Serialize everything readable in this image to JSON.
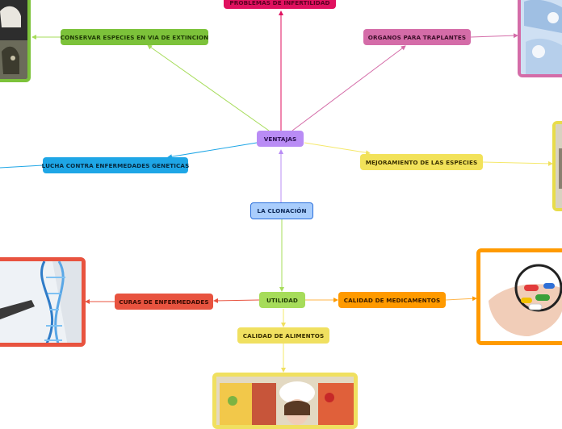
{
  "central": {
    "label": "LA CLONACIÓN",
    "color": "#2a6fdb"
  },
  "ventajas": {
    "label": "VENTAJAS",
    "color": "#b98cf5"
  },
  "utilidad": {
    "label": "UTILIDAD",
    "color": "#9fd84a"
  },
  "ventajas_children": {
    "problemas": {
      "label": "PROBLEMAS DE INFERTILIDAD",
      "color": "#e0115f"
    },
    "conservar": {
      "label": "CONSERVAR ESPECIES EN VIA DE EXTINCION",
      "color": "#7cc23a"
    },
    "organos": {
      "label": "ORGANOS PARA TRAPLANTES",
      "color": "#d46ca8"
    },
    "lucha": {
      "label": "LUCHA CONTRA ENFERMEDADES GENETICAS",
      "color": "#1ea6e6"
    },
    "mejoramiento": {
      "label": "MEJORAMIENTO DE LAS ESPECIES",
      "color": "#f2e25a"
    }
  },
  "utilidad_children": {
    "curas": {
      "label": "CURAS DE ENFERMEDADES",
      "color": "#e8533f"
    },
    "medicamentos": {
      "label": "CALIDAD DE MEDICAMENTOS",
      "color": "#ff9a00"
    },
    "alimentos": {
      "label": "CALIDAD DE ALIMENTOS",
      "color": "#f0e060"
    }
  },
  "images": {
    "animals": {
      "frame_color": "#7cc23a",
      "icon": "animals-photo"
    },
    "surgery": {
      "frame_color": "#d46ca8",
      "icon": "surgery-photo"
    },
    "species": {
      "frame_color": "#e8dc4a",
      "icon": "species-photo"
    },
    "dna": {
      "frame_color": "#e8533f",
      "icon": "dna-photo"
    },
    "pills": {
      "frame_color": "#ff9a00",
      "icon": "pills-photo"
    },
    "food": {
      "frame_color": "#f0e060",
      "icon": "food-photo"
    }
  }
}
